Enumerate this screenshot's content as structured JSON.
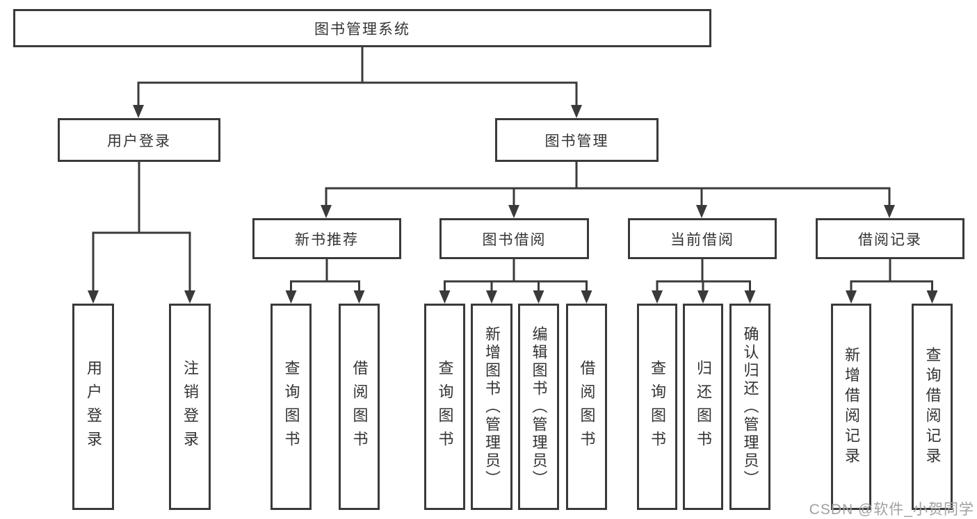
{
  "diagram": {
    "type": "hierarchy-tree",
    "title": "图书管理系统",
    "nodes": {
      "root": "图书管理系统",
      "user_login": "用户登录",
      "book_management": "图书管理",
      "new_book_recommend": "新书推荐",
      "book_borrowing": "图书借阅",
      "current_borrowing": "当前借阅",
      "borrowing_records": "借阅记录",
      "leaf_user_login": "用户登录",
      "leaf_logout": "注销登录",
      "leaf_nb_query_books": "查询图书",
      "leaf_nb_borrow_books": "借阅图书",
      "leaf_bb_query_books": "查询图书",
      "leaf_bb_add_books": "新增图书（管理员）",
      "leaf_bb_edit_books": "编辑图书（管理员）",
      "leaf_bb_borrow_books": "借阅图书",
      "leaf_cb_query_books": "查询图书",
      "leaf_cb_return_books": "归还图书",
      "leaf_cb_confirm_return": "确认归还（管理员）",
      "leaf_br_add_record": "新增借阅记录",
      "leaf_br_query_record": "查询借阅记录"
    },
    "edges": [
      [
        "图书管理系统",
        "用户登录"
      ],
      [
        "图书管理系统",
        "图书管理"
      ],
      [
        "用户登录",
        "用户登录"
      ],
      [
        "用户登录",
        "注销登录"
      ],
      [
        "图书管理",
        "新书推荐"
      ],
      [
        "图书管理",
        "图书借阅"
      ],
      [
        "图书管理",
        "当前借阅"
      ],
      [
        "图书管理",
        "借阅记录"
      ],
      [
        "新书推荐",
        "查询图书"
      ],
      [
        "新书推荐",
        "借阅图书"
      ],
      [
        "图书借阅",
        "查询图书"
      ],
      [
        "图书借阅",
        "新增图书（管理员）"
      ],
      [
        "图书借阅",
        "编辑图书（管理员）"
      ],
      [
        "图书借阅",
        "借阅图书"
      ],
      [
        "当前借阅",
        "查询图书"
      ],
      [
        "当前借阅",
        "归还图书"
      ],
      [
        "当前借阅",
        "确认归还（管理员）"
      ],
      [
        "借阅记录",
        "新增借阅记录"
      ],
      [
        "借阅记录",
        "查询借阅记录"
      ]
    ]
  },
  "watermark": "CSDN @软件_小贺同学",
  "colors": {
    "line": "#3a3a3a",
    "box_border": "#3a3a3a",
    "text": "#333333",
    "watermark": "#a0a0a0",
    "background": "#ffffff"
  }
}
